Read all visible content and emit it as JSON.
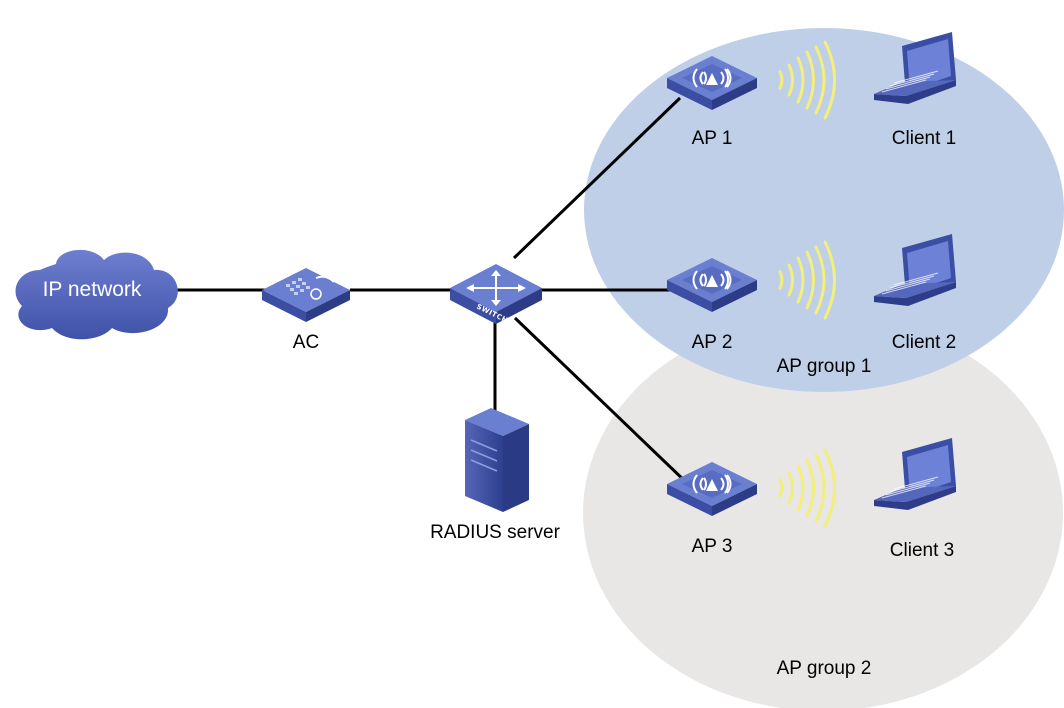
{
  "nodes": {
    "ip_network": "IP network",
    "ac": "AC",
    "switch": "SWITCH",
    "radius_server": "RADIUS server",
    "ap1": "AP 1",
    "ap2": "AP 2",
    "ap3": "AP 3",
    "client1": "Client 1",
    "client2": "Client 2",
    "client3": "Client 3"
  },
  "groups": {
    "group1": "AP group 1",
    "group2": "AP group 2"
  },
  "colors": {
    "group1_fill": "#c0cfe8",
    "group2_fill": "#e8e7e6",
    "device_blue": "#3a4ea6",
    "device_top": "#5a6fc4",
    "link": "#000000",
    "signal": "#f2ef7a"
  }
}
